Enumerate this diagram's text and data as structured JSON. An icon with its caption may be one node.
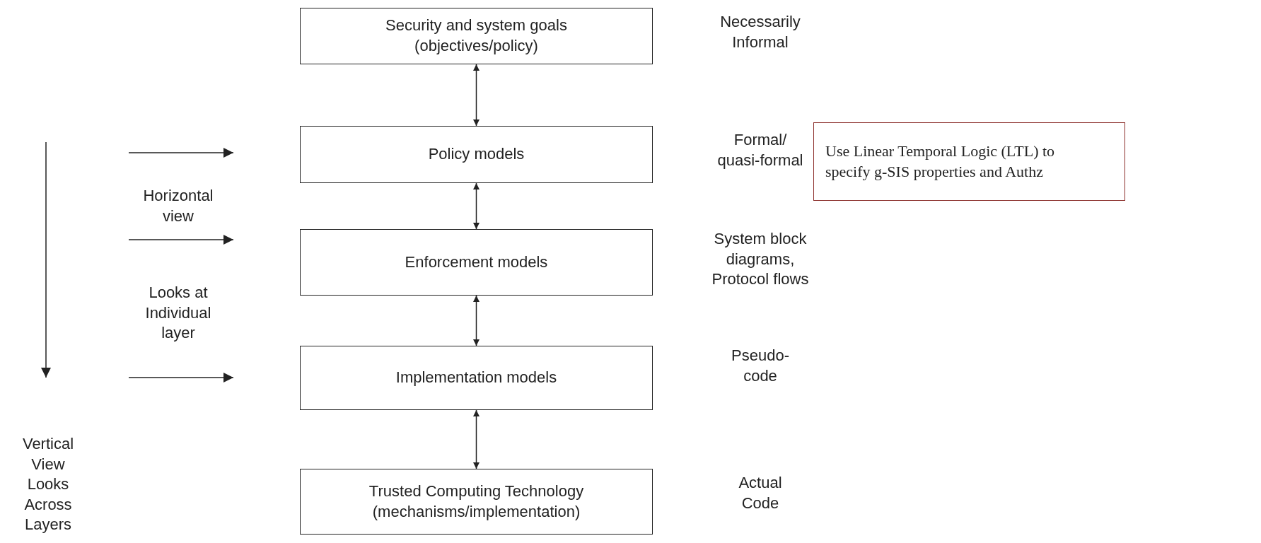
{
  "diagram": {
    "nodes": [
      {
        "text": [
          "Security and system goals (objectives/policy)"
        ]
      },
      {
        "text": [
          "Policy models"
        ]
      },
      {
        "text": [
          "Enforcement models"
        ]
      },
      {
        "text": [
          "Implementation models"
        ]
      },
      {
        "text": [
          "Trusted Computing Technology (mechanisms/implementation)"
        ]
      },
      {
        "text": [
          "Use Linear Temporal Logic (LTL) to specify g-SIS properties and Authz"
        ]
      }
    ],
    "edges": [
      {
        "from": 0,
        "to": 1,
        "arrow": "both"
      },
      {
        "from": 1,
        "to": 2,
        "arrow": "both"
      },
      {
        "from": 2,
        "to": 3,
        "arrow": "both"
      },
      {
        "from": 3,
        "to": 4,
        "arrow": "both"
      }
    ],
    "labels": [
      "Necessarily Informal",
      "Formal/ quasi-formal",
      "Horizontal view",
      "System block diagrams, Protocol flows",
      "Looks at Individual layer",
      "Pseudo-code",
      "Vertical View Looks Across Layers",
      "Actual Code"
    ]
  }
}
